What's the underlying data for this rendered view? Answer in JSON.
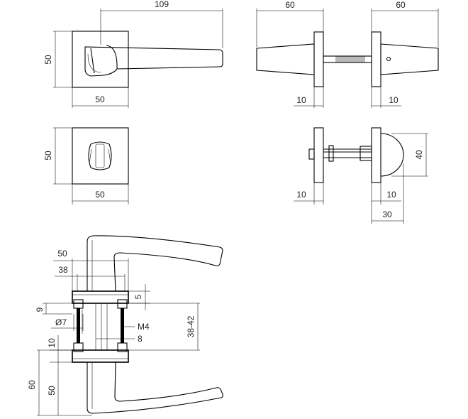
{
  "drawing": {
    "top_lever": {
      "length": "109",
      "rose_height": "50",
      "rose_width": "50"
    },
    "privacy_rose": {
      "height": "50",
      "width": "50"
    },
    "side_view": {
      "left_length": "60",
      "right_length": "60",
      "left_rose": "10",
      "right_rose": "10"
    },
    "turn_view": {
      "height": "40",
      "left_rose": "10",
      "right_rose": "10",
      "depth": "30"
    },
    "section_view": {
      "rose_outer": "50",
      "rose_inner": "38",
      "collar": "5",
      "offset": "9",
      "hole": "Ø7",
      "screw": "M4",
      "spindle": "8",
      "door_thickness": "38-42",
      "rose_thickness": "10",
      "handle_height": "60",
      "lever_height": "50"
    }
  }
}
